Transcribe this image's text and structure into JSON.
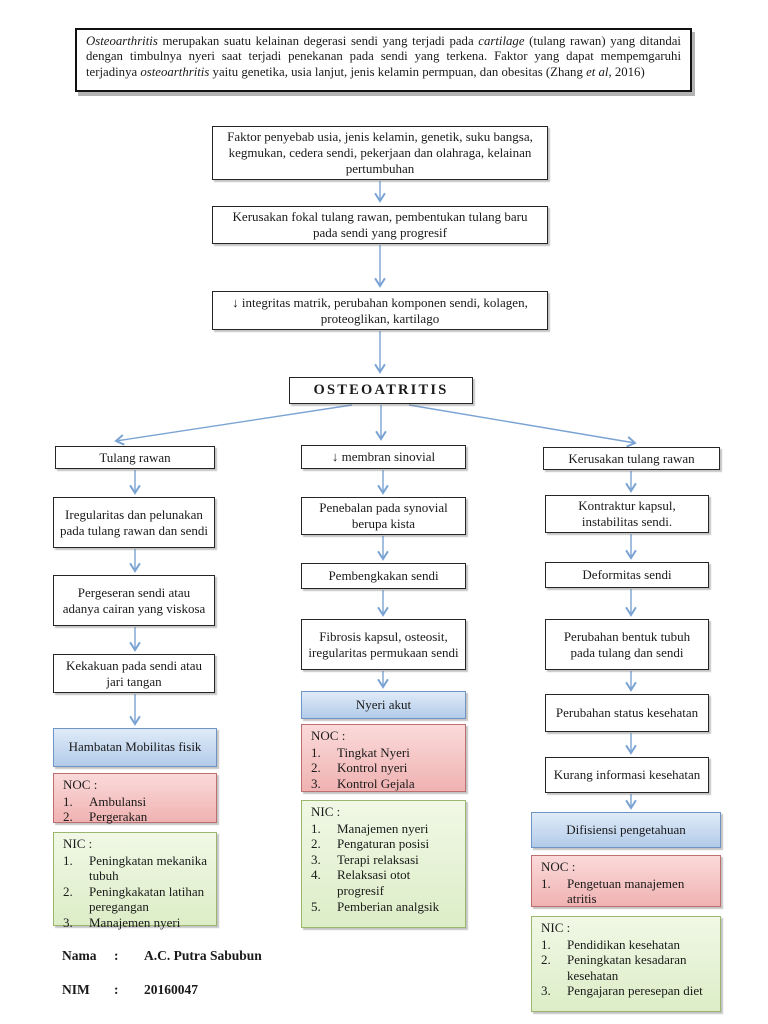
{
  "intro": {
    "p1": "Osteoarthritis",
    "p2": " merupakan suatu kelainan degerasi sendi yang terjadi pada ",
    "p3": "cartilage",
    "p4": " (tulang rawan) yang ditandai dengan timbulnya nyeri saat terjadi penekanan pada sendi yang terkena. Faktor yang dapat mempemgaruhi terjadinya ",
    "p5": "osteoarthritis",
    "p6": " yaitu genetika, usia lanjut, jenis kelamin permpuan, dan obesitas (Zhang ",
    "p7": "et al",
    "p8": ", 2016)"
  },
  "chain": {
    "factors": "Faktor penyebab usia, jenis kelamin, genetik, suku bangsa, kegmukan, cedera sendi, pekerjaan dan olahraga, kelainan pertumbuhan",
    "focal_damage": "Kerusakan fokal tulang rawan, pembentukan tulang baru pada sendi yang progresif",
    "matrix": "↓ integritas matrik, perubahan komponen sendi, kolagen, proteoglikan, kartilago",
    "diagnosis": "OSTEOATRITIS"
  },
  "columns": {
    "left": {
      "header": "Tulang rawan",
      "steps": [
        "Iregularitas dan pelunakan pada tulang rawan dan sendi",
        "Pergeseran sendi atau adanya cairan yang viskosa",
        "Kekakuan pada sendi atau jari tangan"
      ],
      "diagnosis": "Hambatan Mobilitas fisik",
      "noc": {
        "title": "NOC :",
        "items": [
          {
            "n": "1.",
            "t": "Ambulansi"
          },
          {
            "n": "2.",
            "t": "Pergerakan"
          }
        ]
      },
      "nic": {
        "title": "NIC :",
        "items": [
          {
            "n": "1.",
            "t": "Peningkatan mekanika tubuh"
          },
          {
            "n": "2.",
            "t": "Peningkakatan latihan peregangan"
          },
          {
            "n": "3.",
            "t": "Manajemen nyeri"
          }
        ]
      }
    },
    "middle": {
      "header": "↓ membran sinovial",
      "steps": [
        "Penebalan pada synovial berupa kista",
        "Pembengkakan sendi",
        "Fibrosis kapsul, osteosit, iregularitas permukaan sendi"
      ],
      "diagnosis": "Nyeri akut",
      "noc": {
        "title": "NOC :",
        "items": [
          {
            "n": "1.",
            "t": "Tingkat Nyeri"
          },
          {
            "n": "2.",
            "t": "Kontrol nyeri"
          },
          {
            "n": "3.",
            "t": "Kontrol Gejala"
          }
        ]
      },
      "nic": {
        "title": "NIC :",
        "items": [
          {
            "n": "1.",
            "t": "Manajemen nyeri"
          },
          {
            "n": "2.",
            "t": "Pengaturan posisi"
          },
          {
            "n": "3.",
            "t": "Terapi relaksasi"
          },
          {
            "n": "4.",
            "t": "Relaksasi otot progresif"
          },
          {
            "n": "5.",
            "t": "Pemberian analgsik"
          }
        ]
      }
    },
    "right": {
      "header": "Kerusakan tulang rawan",
      "steps": [
        "Kontraktur kapsul, instabilitas sendi.",
        "Deformitas sendi",
        "Perubahan bentuk tubuh pada tulang dan sendi",
        "Perubahan status kesehatan",
        "Kurang informasi kesehatan"
      ],
      "diagnosis": "Difisiensi pengetahuan",
      "noc": {
        "title": "NOC :",
        "items": [
          {
            "n": "1.",
            "t": "Pengetuan manajemen atritis"
          }
        ]
      },
      "nic": {
        "title": "NIC :",
        "items": [
          {
            "n": "1.",
            "t": "Pendidikan kesehatan"
          },
          {
            "n": "2.",
            "t": "Peningkatan kesadaran kesehatan"
          },
          {
            "n": "3.",
            "t": "Pengajaran peresepan diet"
          }
        ]
      }
    }
  },
  "footer": {
    "name_label": "Nama",
    "name_colon": ":",
    "name_value": "A.C. Putra Sabubun",
    "nim_label": "NIM",
    "nim_colon": ":",
    "nim_value": "20160047"
  },
  "colors": {
    "arrow": "#7aa3d4",
    "diagnosis_fill": "#c7d9ef",
    "diagnosis_border": "#7094c3",
    "noc_fill": "#f5c4c4",
    "noc_border": "#bd6f6f",
    "nic_fill": "#e6f2d5",
    "nic_border": "#9ab66f",
    "box_border": "#262626"
  }
}
